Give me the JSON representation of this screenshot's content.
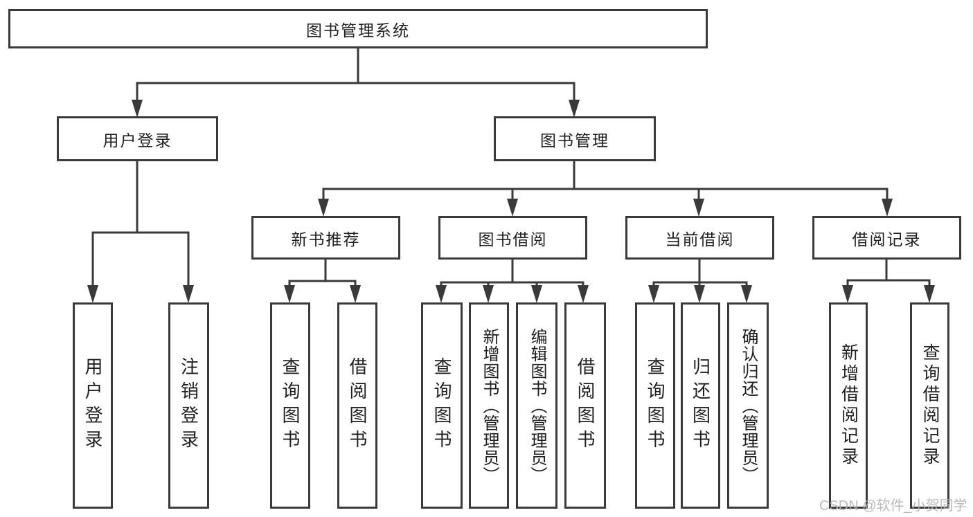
{
  "title": "图书管理系统",
  "watermark": "CSDN @软件_小贺同学",
  "colors": {
    "line": "#3a3a3a",
    "text": "#1f1f1f",
    "watermark": "#b5b5b5",
    "background": "#ffffff"
  },
  "nodes": {
    "root": {
      "label": "图书管理系统"
    },
    "level2": [
      {
        "label": "用户登录"
      },
      {
        "label": "图书管理"
      }
    ],
    "level3": [
      {
        "label": "新书推荐",
        "parent": "图书管理"
      },
      {
        "label": "图书借阅",
        "parent": "图书管理"
      },
      {
        "label": "当前借阅",
        "parent": "图书管理"
      },
      {
        "label": "借阅记录",
        "parent": "图书管理"
      }
    ],
    "leaves": [
      {
        "label": "用户登录",
        "parent": "用户登录"
      },
      {
        "label": "注销登录",
        "parent": "用户登录"
      },
      {
        "label": "查询图书",
        "parent": "新书推荐"
      },
      {
        "label": "借阅图书",
        "parent": "新书推荐"
      },
      {
        "label": "查询图书",
        "parent": "图书借阅"
      },
      {
        "label": "新增图书（管理员）",
        "parent": "图书借阅"
      },
      {
        "label": "编辑图书（管理员）",
        "parent": "图书借阅"
      },
      {
        "label": "借阅图书",
        "parent": "图书借阅"
      },
      {
        "label": "查询图书",
        "parent": "当前借阅"
      },
      {
        "label": "归还图书",
        "parent": "当前借阅"
      },
      {
        "label": "确认归还（管理员）",
        "parent": "当前借阅"
      },
      {
        "label": "新增借阅记录",
        "parent": "借阅记录"
      },
      {
        "label": "查询借阅记录",
        "parent": "借阅记录"
      }
    ]
  }
}
